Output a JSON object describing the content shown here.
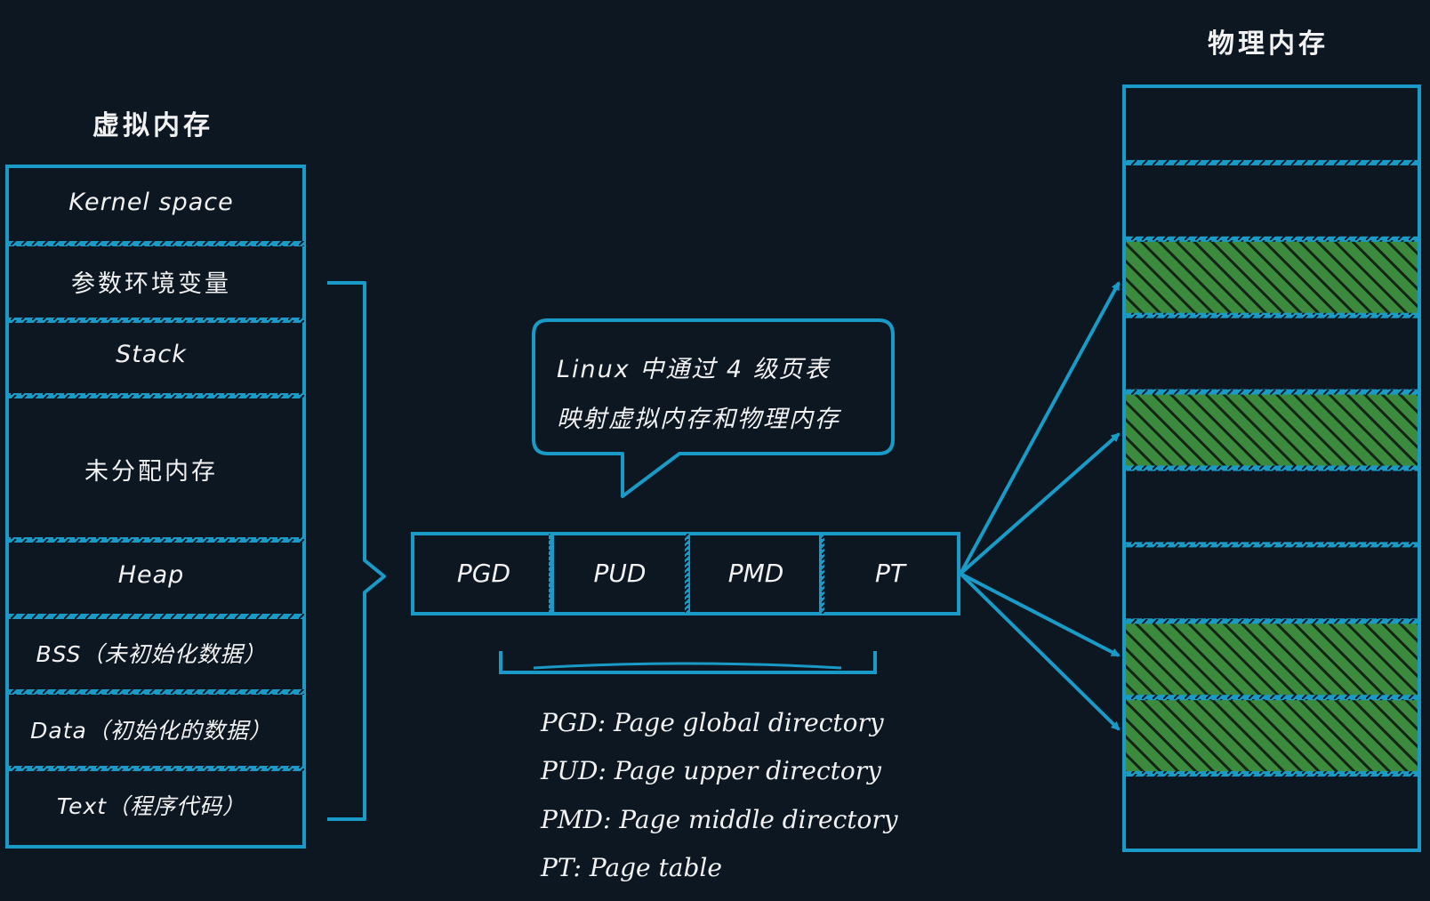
{
  "titles": {
    "virtual_memory": "虚拟内存",
    "physical_memory": "物理内存"
  },
  "virtual_segments": [
    {
      "id": "kernel",
      "label": "Kernel space"
    },
    {
      "id": "env",
      "label": "参数环境变量"
    },
    {
      "id": "stack",
      "label": "Stack"
    },
    {
      "id": "unallocated",
      "label": "未分配内存"
    },
    {
      "id": "heap",
      "label": "Heap"
    },
    {
      "id": "bss",
      "label": "BSS（未初始化数据）"
    },
    {
      "id": "data",
      "label": "Data（初始化的数据）"
    },
    {
      "id": "text",
      "label": "Text（程序代码）"
    }
  ],
  "page_table_levels": [
    "PGD",
    "PUD",
    "PMD",
    "PT"
  ],
  "callout": {
    "line1": "Linux 中通过 4 级页表",
    "line2": "映射虚拟内存和物理内存"
  },
  "legend": [
    "PGD: Page global directory",
    "PUD: Page upper directory",
    "PMD: Page middle directory",
    "PT: Page table"
  ],
  "physical_frames": [
    {
      "mapped": false
    },
    {
      "mapped": false
    },
    {
      "mapped": true
    },
    {
      "mapped": false
    },
    {
      "mapped": true
    },
    {
      "mapped": false
    },
    {
      "mapped": false
    },
    {
      "mapped": true
    },
    {
      "mapped": true
    },
    {
      "mapped": false
    }
  ],
  "colors": {
    "background": "#0c1721",
    "stroke": "#1a9bc7",
    "text": "#f2f2f2",
    "mapped_fill": "#3c8a3e",
    "hatch": "#132414"
  }
}
